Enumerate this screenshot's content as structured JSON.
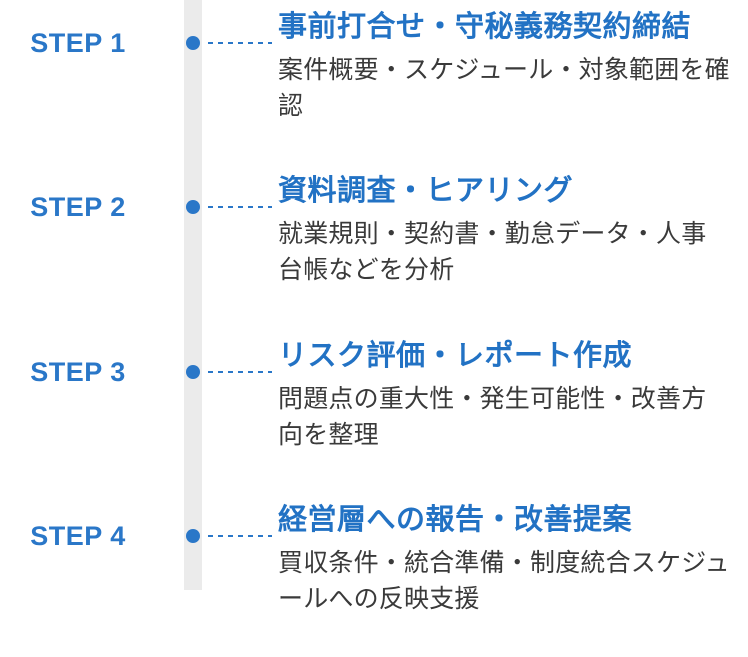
{
  "diagram": {
    "type": "vertical-timeline",
    "title_semantic": "due-diligence-process-steps",
    "colors": {
      "accent_blue": "#2272c4",
      "badge_blue": "#2a77c8",
      "rail_gray": "#ebebeb",
      "body_text": "#3a3a3a",
      "badge_bg": "#ffffff"
    },
    "steps": [
      {
        "badge": "STEP 1",
        "title": "事前打合せ・守秘義務契約締結",
        "description": "案件概要・スケジュール・対象範囲を確認"
      },
      {
        "badge": "STEP 2",
        "title": "資料調査・ヒアリング",
        "description": "就業規則・契約書・勤怠データ・人事台帳などを分析"
      },
      {
        "badge": "STEP 3",
        "title": "リスク評価・レポート作成",
        "description": "問題点の重大性・発生可能性・改善方向を整理"
      },
      {
        "badge": "STEP 4",
        "title": "経営層への報告・改善提案",
        "description": "買収条件・統合準備・制度統合スケジュールへの反映支援"
      }
    ]
  }
}
